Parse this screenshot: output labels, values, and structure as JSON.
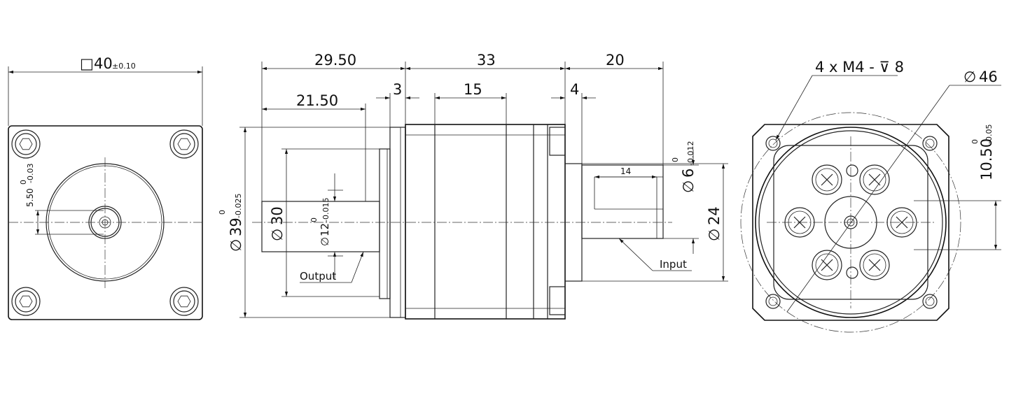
{
  "front_view": {
    "square_size": "40",
    "square_tol": "±0.10",
    "shaft_flat": "5.50",
    "shaft_flat_tol_upper": "0",
    "shaft_flat_tol_lower": "-0.03"
  },
  "side_view": {
    "len_output": "29.50",
    "len_gear": "33",
    "len_shaft": "20",
    "len_hub": "21.50",
    "len_flange": "3",
    "len_mid": "15",
    "len_step": "4",
    "len_key": "14",
    "dia_body": "39",
    "dia_body_tol_upper": "0",
    "dia_body_tol_lower": "-0.025",
    "dia_out": "30",
    "dia_bore": "12",
    "dia_bore_tol_upper": "0",
    "dia_bore_tol_lower": "-0.015",
    "dia_shaft": "6",
    "dia_shaft_tol_upper": "0",
    "dia_shaft_tol_lower": "-0.012",
    "dia_pilot": "24",
    "label_output": "Output",
    "label_input": "Input"
  },
  "rear_view": {
    "holes": "4 x M4 - ⊽ 8",
    "dia_pcd": "46",
    "offset": "10.50",
    "offset_tol_upper": "0",
    "offset_tol_lower": "-0.05"
  },
  "symbols": {
    "diameter": "∅",
    "square": "□"
  }
}
